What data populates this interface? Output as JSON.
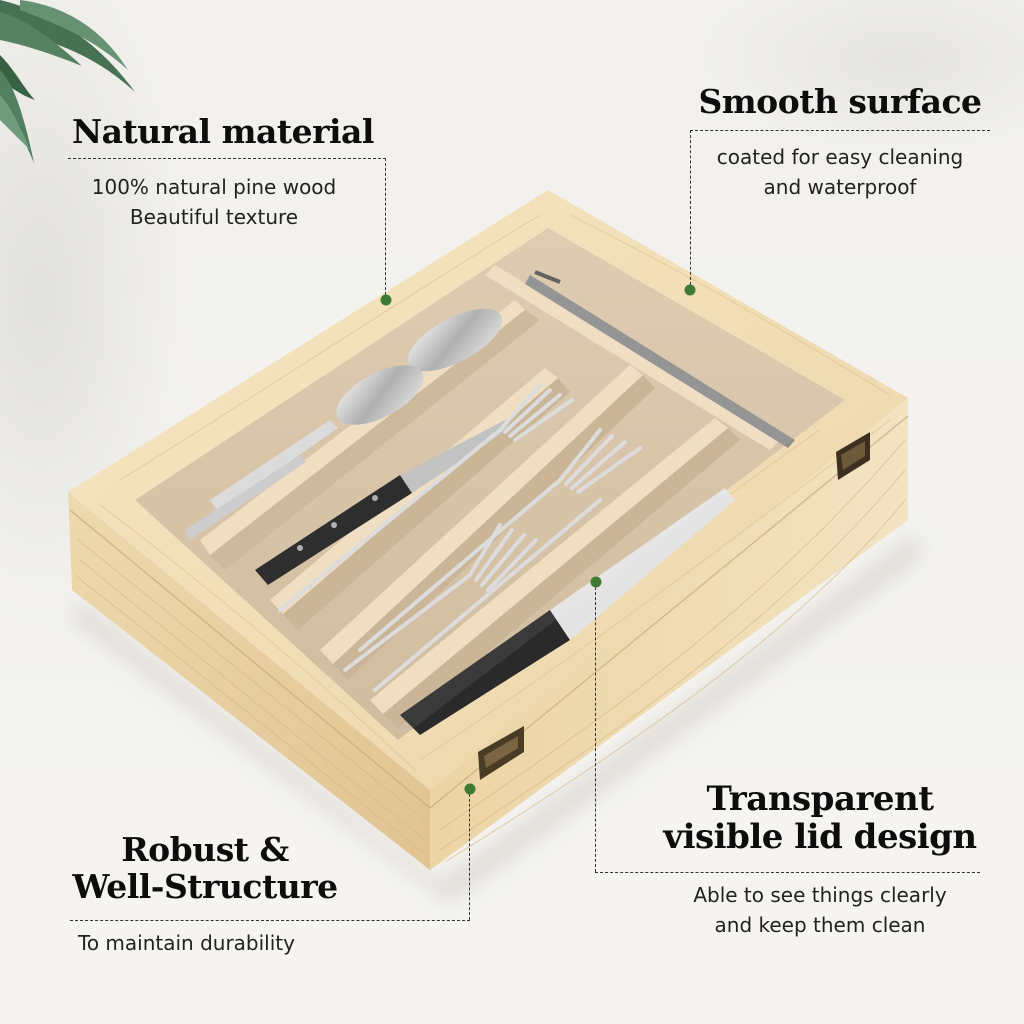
{
  "colors": {
    "background": "#f4f3ef",
    "wood_light": "#f3e2bf",
    "wood_mid": "#e8d0a3",
    "wood_dark": "#d8b886",
    "compartment": "#d9c6ab",
    "dot_green": "#3e7a34",
    "hinge": "#4a3b26",
    "text": "#0d0d0d"
  },
  "callouts": {
    "natural_material": {
      "title": "Natural material",
      "lines": [
        "100% natural pine wood",
        "Beautiful texture"
      ],
      "icon": "green-dot"
    },
    "smooth_surface": {
      "title": "Smooth surface",
      "lines": [
        "coated for easy cleaning",
        "and waterproof"
      ],
      "icon": "green-dot"
    },
    "robust": {
      "title_lines": [
        "Robust &",
        "Well-Structure"
      ],
      "lines": [
        "To maintain durability"
      ],
      "icon": "green-dot"
    },
    "transparent": {
      "title_lines": [
        "Transparent",
        "visible lid design"
      ],
      "lines": [
        "Able to see things clearly",
        "and keep them clean"
      ],
      "icon": "green-dot"
    }
  },
  "product": {
    "name": "Wooden cutlery organizer with transparent lid",
    "compartments": 5,
    "contents": [
      "spoons",
      "steak knife",
      "forks",
      "chef knife",
      "dinner knife"
    ],
    "hardware": [
      "hinge-left",
      "hinge-right"
    ]
  }
}
